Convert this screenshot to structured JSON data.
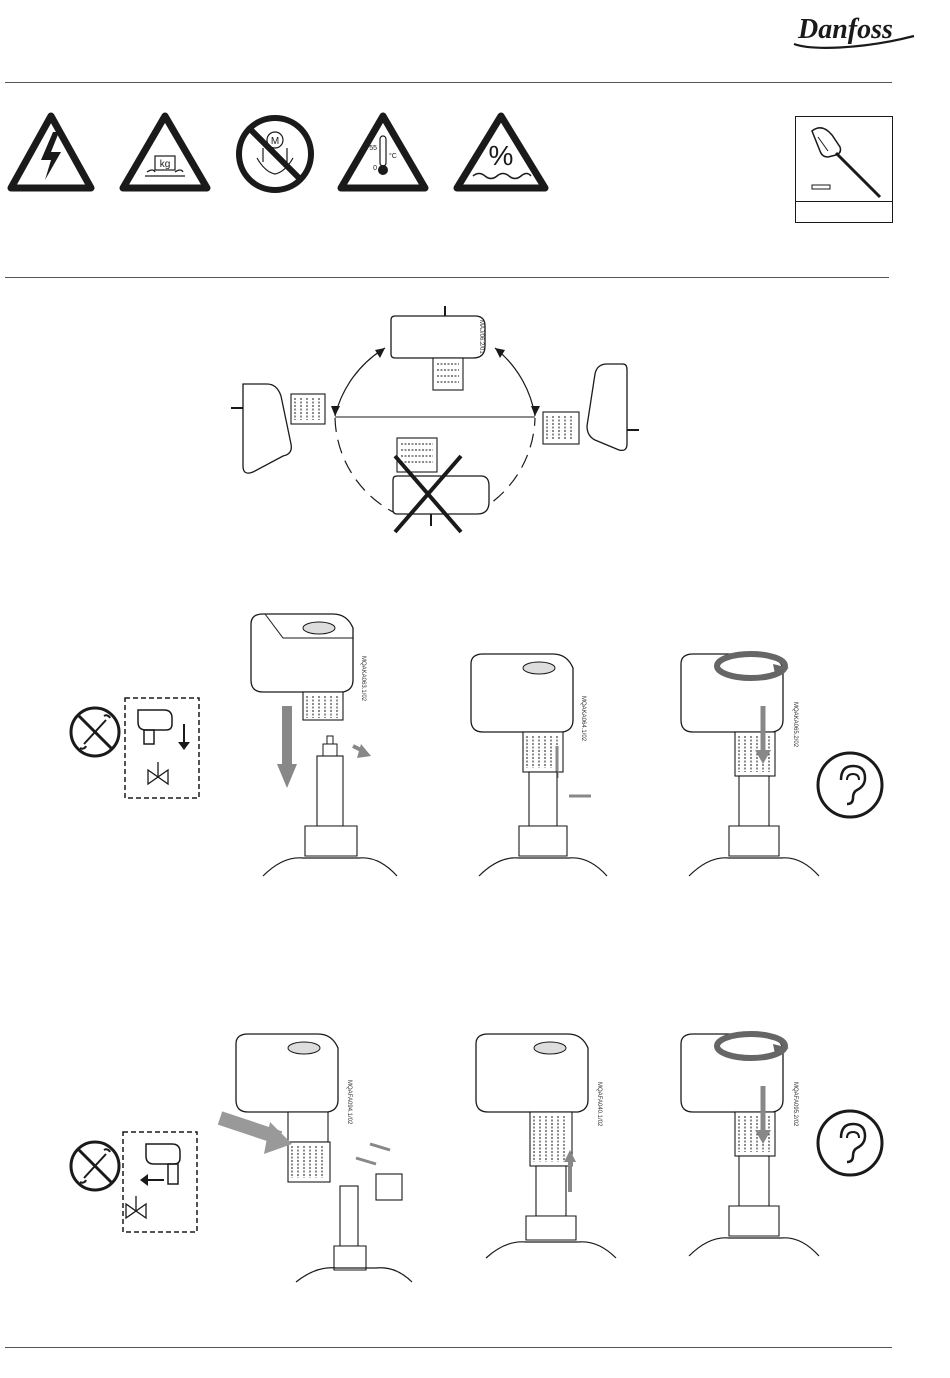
{
  "header": {
    "brand": "Danfoss"
  },
  "warning_icons": [
    {
      "name": "electric-hazard-icon"
    },
    {
      "name": "weight-kg-icon",
      "text": "kg"
    },
    {
      "name": "no-motor-handling-icon",
      "text": "M"
    },
    {
      "name": "temperature-icon",
      "max": "55",
      "unit": "°C",
      "min": "0"
    },
    {
      "name": "humidity-icon",
      "text": "%"
    }
  ],
  "tool_box": {
    "icon": "screwdriver-icon"
  },
  "orientation": {
    "code": "MAJ/06.2/01"
  },
  "mounting_row_1": {
    "codes": [
      "MQAKA063.1/02",
      "MQAKA064.1/02",
      "MQAKA065.2/02"
    ]
  },
  "mounting_row_2": {
    "codes": [
      "MQAFA094.1/02",
      "MQAFA040.1/02",
      "MQAFA095.2/02"
    ]
  }
}
